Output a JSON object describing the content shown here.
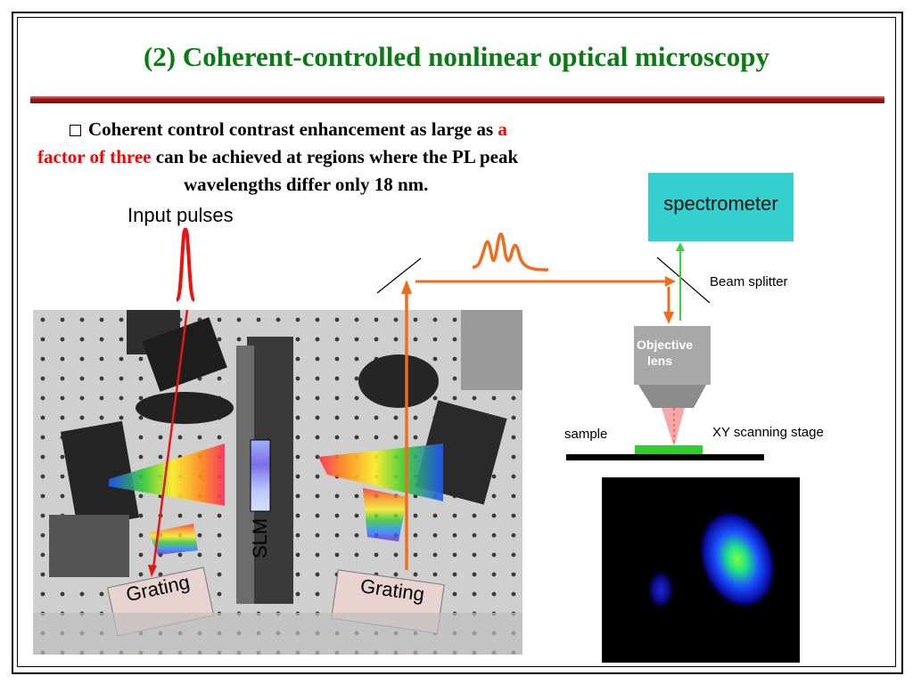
{
  "slide": {
    "title": "(2) Coherent-controlled nonlinear optical microscopy",
    "bullet": {
      "part1": "Coherent control contrast enhancement as large as ",
      "highlight1": "a",
      "highlight2": "factor of three",
      "part2": " can be achieved at regions where the PL peak",
      "part3": "wavelengths differ only 18 nm."
    }
  },
  "diagram": {
    "input_pulses": "Input pulses",
    "spectrometer": "spectrometer",
    "beam_splitter": "Beam splitter",
    "objective_lens_line1": "Objective",
    "objective_lens_line2": "lens",
    "sample": "sample",
    "xy_stage": "XY scanning stage",
    "slm": "SLM",
    "grating_left": "Grating",
    "grating_right": "Grating"
  },
  "colors": {
    "title": "#0a7a12",
    "highlight": "#ff0000",
    "beam": "#f26b1d",
    "return_beam": "#3fcf3f",
    "spectrometer": "#35cfcf",
    "rule": "#a41818"
  }
}
